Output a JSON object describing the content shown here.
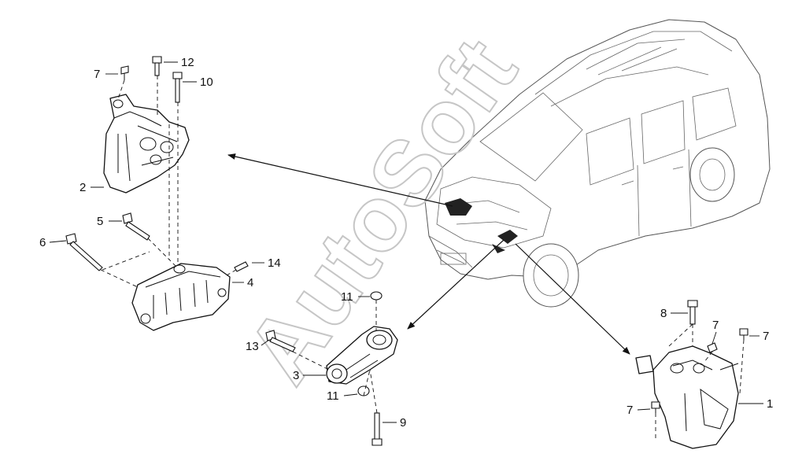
{
  "watermark": "AutoSoft",
  "callouts": {
    "c1": "1",
    "c2": "2",
    "c3": "3",
    "c4": "4",
    "c5": "5",
    "c6": "6",
    "c7a": "7",
    "c7b": "7",
    "c7c": "7",
    "c7d": "7",
    "c8": "8",
    "c9": "9",
    "c10": "10",
    "c11a": "11",
    "c11b": "11",
    "c12": "12",
    "c13": "13",
    "c14": "14"
  }
}
